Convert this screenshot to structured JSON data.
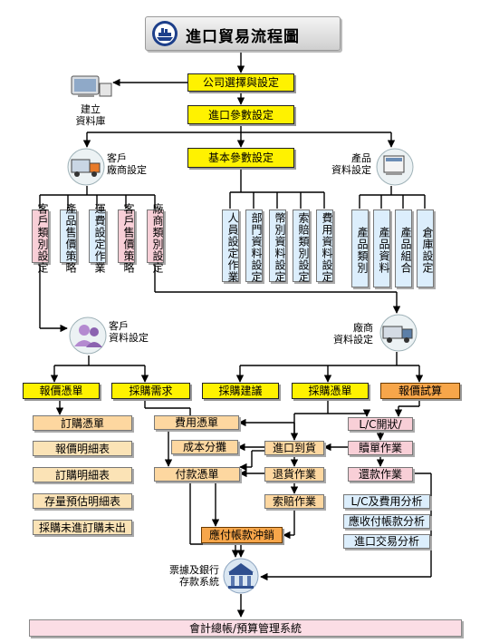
{
  "title": "進口貿易流程圖",
  "nodes": {
    "build_db": "建立\n資料庫",
    "company_setup": "公司選擇與設定",
    "import_params": "進口參數設定",
    "basic_params": "基本參數設定",
    "cust_vendor_setup": "客戶\n廠商設定",
    "product_setup": "產品\n資料設定",
    "customer_data_setup": "客戶\n資料設定",
    "vendor_data_setup": "廠商\n資料設定",
    "bank_system": "票據及銀行\n存款系統",
    "accounting": "會計總帳/預算管理系統"
  },
  "cust_vendor_items": [
    "客戶類別設定",
    "產品售價策略",
    "運費設定作業",
    "客戶售價策略",
    "廠商類別設定"
  ],
  "basic_items": [
    "人員設定作業",
    "部門資料設定",
    "幣別資料設定",
    "索賠類別設定",
    "費用資料設定"
  ],
  "product_items": [
    "產品類別",
    "產品資料",
    "產品組合",
    "倉庫設定"
  ],
  "row_mid": {
    "quote_doc": "報價憑單",
    "purchase_req": "採購需求",
    "purchase_suggest": "採購建議",
    "purchase_doc": "採購憑單",
    "quote_trial": "報價試算"
  },
  "sales_col": [
    "訂購憑單",
    "報價明細表",
    "訂購明細表",
    "存量預估明細表",
    "採購未進訂購未出"
  ],
  "flow": {
    "expense_doc": "費用憑單",
    "cost_alloc": "成本分攤",
    "payment_doc": "付款憑單",
    "import_arrival": "進口到貨",
    "return_op": "退貨作業",
    "claim_op": "索賠作業",
    "ap_writeoff": "應付帳款沖銷",
    "lc_open": "L/C開狀/",
    "doc_redeem": "贖單作業",
    "repay_op": "還款作業",
    "lc_analysis": "L/C及費用分析",
    "ar_analysis": "應收付帳款分析",
    "trade_analysis": "進口交易分析"
  },
  "colors": {
    "yellow": "#fff200",
    "orange": "#f7a64a",
    "light_orange": "#fdd7a0",
    "pink": "#f8cfd7",
    "light_blue": "#dceefc",
    "line": "#000000"
  }
}
